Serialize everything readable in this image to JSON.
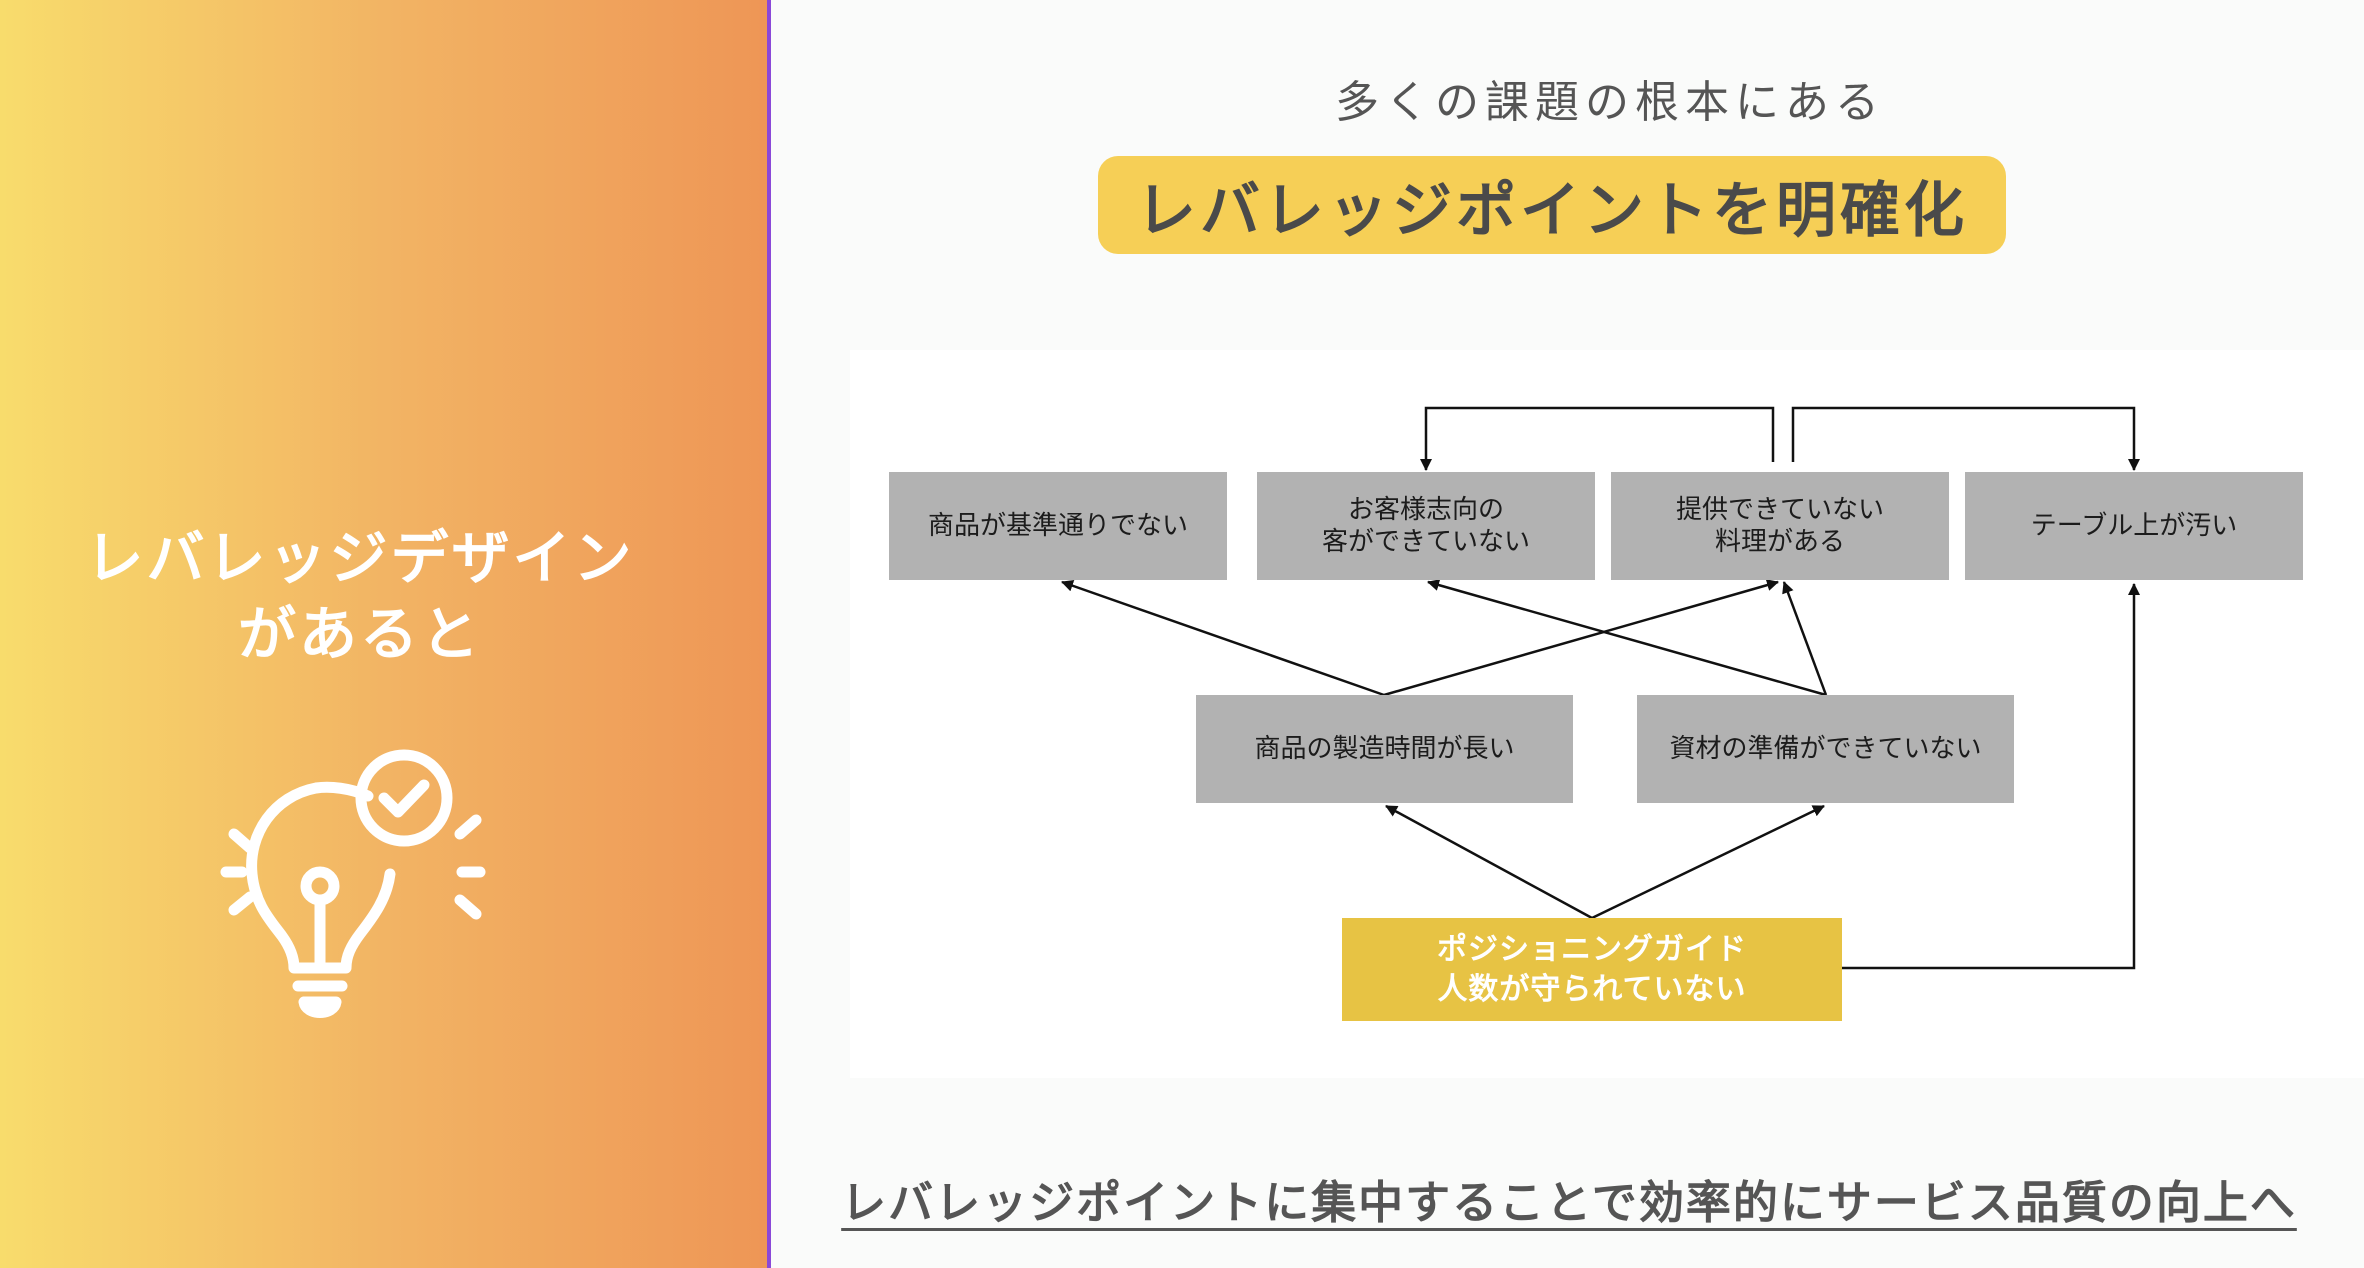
{
  "left": {
    "title_line1": "レバレッジデザイン",
    "title_line2": "があると",
    "icon": "lightbulb-check-icon",
    "gradient": [
      "#f8dc6c",
      "#ee9656"
    ]
  },
  "header": {
    "subtitle": "多くの課題の根本にある",
    "title": "レバレッジポイントを明確化"
  },
  "diagram": {
    "top_nodes": {
      "n1": "商品が基準通りでない",
      "n2_line1": "お客様志向の",
      "n2_line2": "客ができていない",
      "n3_line1": "提供できていない",
      "n3_line2": "料理がある",
      "n4": "テーブル上が汚い"
    },
    "middle_nodes": {
      "m1": "商品の製造時間が長い",
      "m2": "資材の準備ができていない"
    },
    "root_node": {
      "line1": "ポジショニングガイド",
      "line2": "人数が守られていない"
    },
    "edges": [
      [
        "root",
        "m1"
      ],
      [
        "root",
        "m2"
      ],
      [
        "root",
        "n4"
      ],
      [
        "m1",
        "n1"
      ],
      [
        "m1",
        "n3"
      ],
      [
        "m2",
        "n2"
      ],
      [
        "m2",
        "n3"
      ],
      [
        "n3",
        "n2"
      ],
      [
        "n3",
        "n4"
      ]
    ],
    "colors": {
      "node": "#b2b2b2",
      "root": "#e7c344",
      "title_box": "#f6cf56"
    }
  },
  "footer": {
    "text": "レバレッジポイントに集中することで効率的にサービス品質の向上へ"
  }
}
